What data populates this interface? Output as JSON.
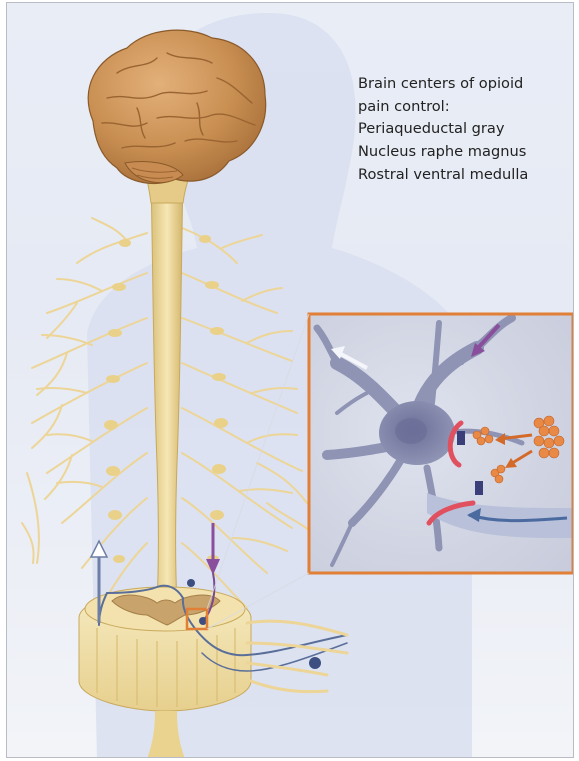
{
  "caption": {
    "lines": [
      "Brain centers of opioid",
      "pain control:",
      "Periaqueductal gray",
      "Nucleus raphe magnus",
      "Rostral ventral medulla"
    ]
  },
  "colors": {
    "brain": "#c98f52",
    "nerve": "#f0dc9c",
    "inset_border": "#e07f35",
    "neuron": "#8185a9",
    "ascending_arrow": "#7fa0c8",
    "descending_arrow": "#8a4f9c",
    "receptor": "#e0505f",
    "opioid_molecule": "#e88a45"
  },
  "icons": [
    "brain",
    "spinal-cord",
    "spinal-cross-section",
    "peripheral-nerves",
    "neuron-inset",
    "synapse",
    "opioid-molecules",
    "ascending-arrow",
    "descending-arrow"
  ]
}
